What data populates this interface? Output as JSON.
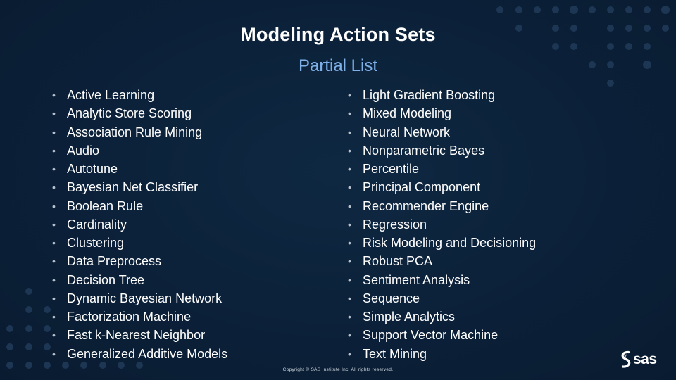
{
  "slide": {
    "title": "Modeling Action Sets",
    "subtitle": "Partial List",
    "bullet_glyph": "•",
    "left_items": [
      "Active Learning",
      "Analytic Store Scoring",
      "Association Rule Mining",
      "Audio",
      "Autotune",
      "Bayesian Net Classifier",
      "Boolean Rule",
      "Cardinality",
      "Clustering",
      "Data Preprocess",
      "Decision Tree",
      "Dynamic Bayesian Network",
      "Factorization Machine",
      "Fast k-Nearest Neighbor",
      "Generalized Additive Models"
    ],
    "right_items": [
      "Light Gradient Boosting",
      "Mixed Modeling",
      "Neural Network",
      "Nonparametric Bayes",
      "Percentile",
      "Principal Component",
      "Recommender Engine",
      "Regression",
      "Risk Modeling and Decisioning",
      "Robust PCA",
      "Sentiment Analysis",
      "Sequence",
      "Simple Analytics",
      "Support Vector Machine",
      "Text Mining"
    ],
    "copyright": "Copyright © SAS Institute Inc. All rights reserved.",
    "logo_text": "sas"
  },
  "colors": {
    "background": "#0b2038",
    "title": "#ffffff",
    "subtitle": "#7fb0e8",
    "dots": "#1c3654"
  },
  "icons": {
    "logo": "sas-logo-icon"
  }
}
